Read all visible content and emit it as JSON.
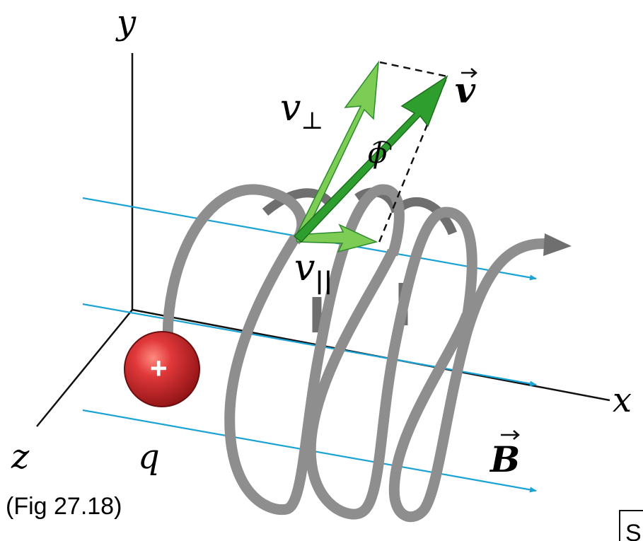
{
  "labels": {
    "axis_y": "y",
    "axis_x": "x",
    "axis_z": "z",
    "charge_label": "q",
    "charge_sign": "+",
    "v_perp": "v",
    "perp_sym": "⊥",
    "v_par": "v",
    "par_sym": "||",
    "velocity": "v",
    "field": "B",
    "angle": "ϕ",
    "caption": "(Fig 27.18)",
    "corner_text": "S"
  },
  "colors": {
    "field_lines": "#1aa3d4",
    "helix": "#8e8e8e",
    "helix_dark": "#6f6f6f",
    "velocity_green": "#2e9e2e",
    "velocity_light": "#7ccc55",
    "charge_red": "#c8282c",
    "axes": "#111111"
  }
}
